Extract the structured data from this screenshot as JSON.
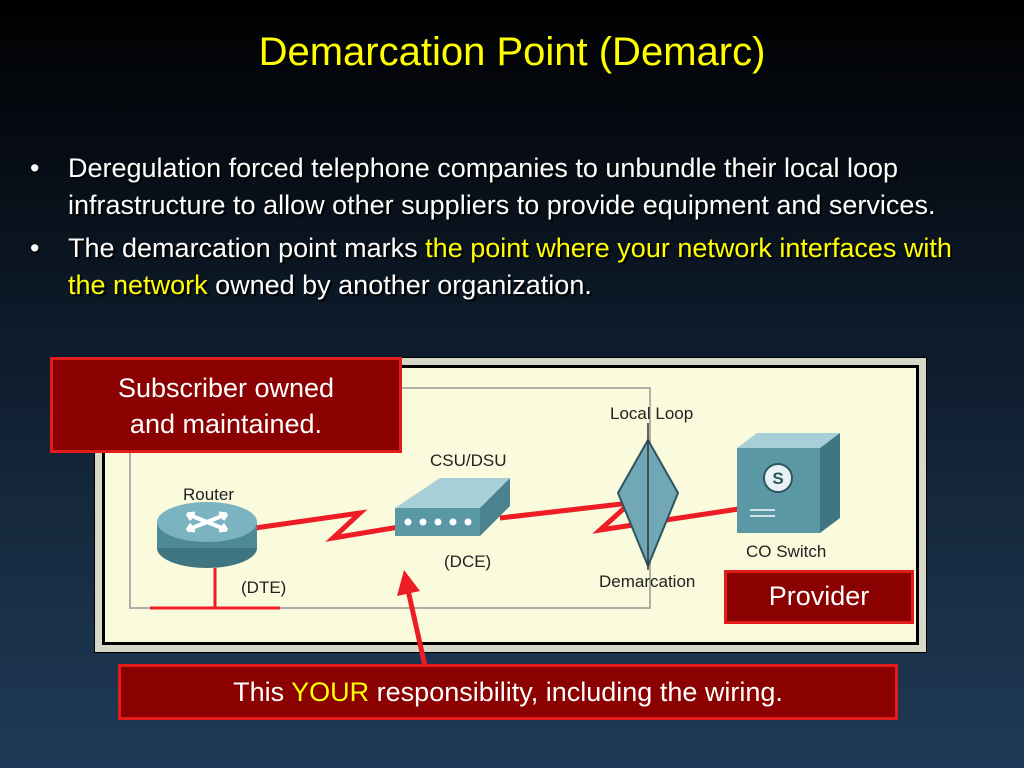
{
  "title": "Demarcation Point (Demarc)",
  "bullets": [
    {
      "text": "Deregulation forced telephone companies to unbundle their local loop infrastructure to allow other suppliers to provide equipment and services."
    },
    {
      "text_before": "The demarcation point marks ",
      "highlight": "the point where your network interfaces with the network",
      "text_after": " owned by another organization."
    }
  ],
  "bullet_glyph": "•",
  "diagram": {
    "labels": {
      "local_loop": "Local Loop",
      "csu_dsu": "CSU/DSU",
      "router": "Router",
      "dce": "(DCE)",
      "dte": "(DTE)",
      "co_switch": "CO Switch",
      "demarcation": "Demarcation",
      "switch_symbol": "S"
    },
    "icons": [
      "router-icon",
      "csu-dsu-icon",
      "co-switch-icon",
      "demarc-diamond-icon",
      "lightning-link-icon"
    ]
  },
  "callouts": {
    "subscriber_line1": "Subscriber owned",
    "subscriber_line2": "and maintained.",
    "provider": "Provider",
    "note_before": "This ",
    "note_highlight": "YOUR",
    "note_after": " responsibility, including the wiring."
  },
  "colors": {
    "title": "#ffff00",
    "highlight": "#ffff00",
    "callout_fill": "#8b0000",
    "callout_border": "#e21b1b",
    "diagram_bg": "#fafadc",
    "link_red": "#ee1c24",
    "device_teal": "#5b98a6"
  }
}
